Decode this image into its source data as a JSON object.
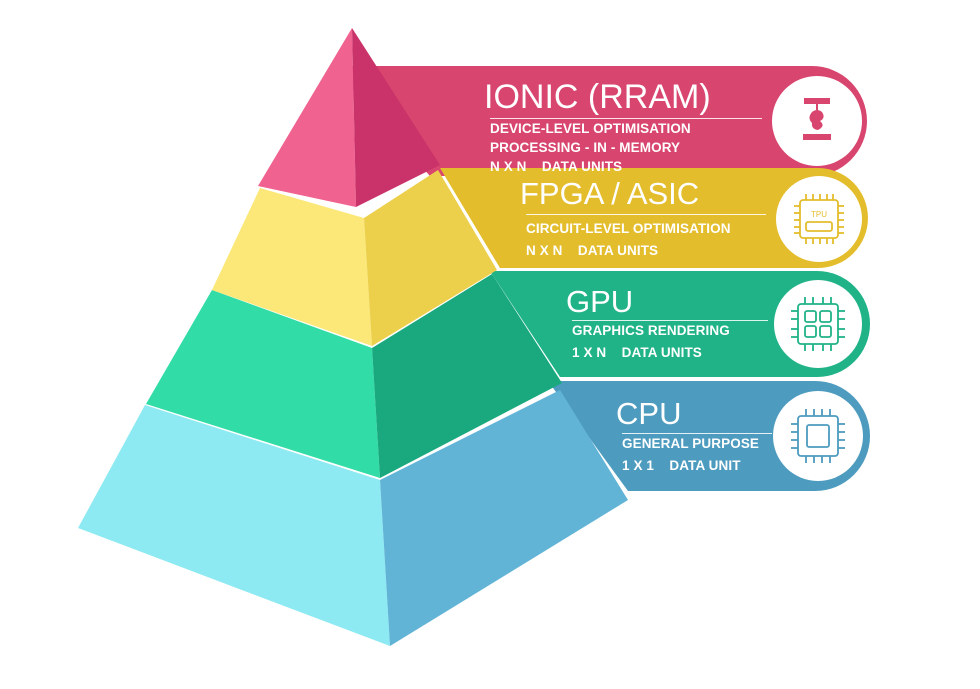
{
  "layers": [
    {
      "title": "IONIC (RRAM)",
      "lines": [
        "DEVICE-LEVEL OPTIMISATION",
        "PROCESSING - IN - MEMORY",
        "N X N    DATA UNITS"
      ],
      "icon": "rram-device-icon",
      "band_color": "#d8456e",
      "front_color": "#f0628f",
      "side_color": "#c9336a"
    },
    {
      "title": "FPGA / ASIC",
      "lines": [
        "CIRCUIT-LEVEL OPTIMISATION",
        "N X N    DATA UNITS"
      ],
      "icon": "tpu-chip-icon",
      "icon_label": "TPU",
      "band_color": "#e4bd2c",
      "front_color": "#fbe878",
      "side_color": "#eccf4a"
    },
    {
      "title": "GPU",
      "lines": [
        "GRAPHICS RENDERING",
        "1 X N    DATA UNITS"
      ],
      "icon": "gpu-chip-icon",
      "band_color": "#20b387",
      "front_color": "#31dca7",
      "side_color": "#1cb785"
    },
    {
      "title": "CPU",
      "lines": [
        "GENERAL PURPOSE",
        "1 X 1    DATA UNIT"
      ],
      "icon": "cpu-chip-icon",
      "band_color": "#4d9bbf",
      "front_color": "#8eeaf2",
      "side_color": "#6bb8d8"
    }
  ]
}
